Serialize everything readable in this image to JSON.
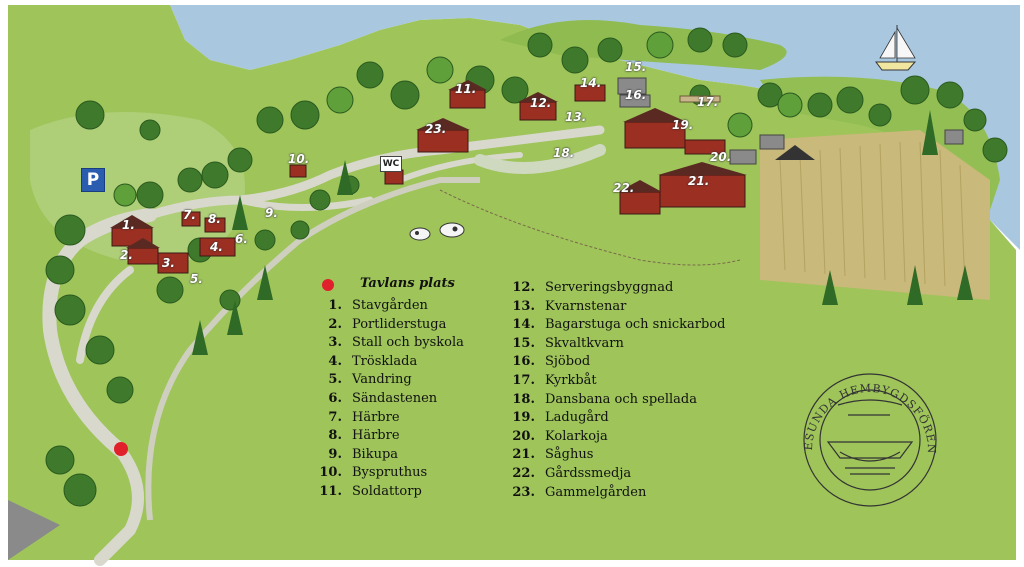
{
  "colors": {
    "grass": "#9ec45a",
    "grass_light": "#b8d878",
    "path": "#d9d9cf",
    "water": "#a9c8e0",
    "building": "#9b2f22",
    "roof": "#5a2a22",
    "marker": "#e0202a",
    "parking": "#2a5db0",
    "field": "#c9b97a"
  },
  "icons": {
    "parking": "P",
    "wc": "WC"
  },
  "marker_legend": {
    "label": "Tavlans plats"
  },
  "legend_left": [
    {
      "num": "1.",
      "name": "Stavgården"
    },
    {
      "num": "2.",
      "name": "Portliderstuga"
    },
    {
      "num": "3.",
      "name": "Stall och byskola"
    },
    {
      "num": "4.",
      "name": "Trösklada"
    },
    {
      "num": "5.",
      "name": "Vandring"
    },
    {
      "num": "6.",
      "name": "Sändastenen"
    },
    {
      "num": "7.",
      "name": "Härbre"
    },
    {
      "num": "8.",
      "name": "Härbre"
    },
    {
      "num": "9.",
      "name": "Bikupa"
    },
    {
      "num": "10.",
      "name": "Byspruthus"
    },
    {
      "num": "11.",
      "name": "Soldattorp"
    }
  ],
  "legend_right": [
    {
      "num": "12.",
      "name": "Serveringsbyggnad"
    },
    {
      "num": "13.",
      "name": "Kvarnstenar"
    },
    {
      "num": "14.",
      "name": "Bagarstuga och snickarbod"
    },
    {
      "num": "15.",
      "name": "Skvaltkvarn"
    },
    {
      "num": "16.",
      "name": "Sjöbod"
    },
    {
      "num": "17.",
      "name": "Kyrkbåt"
    },
    {
      "num": "18.",
      "name": "Dansbana och spellada"
    },
    {
      "num": "19.",
      "name": "Ladugård"
    },
    {
      "num": "20.",
      "name": "Kolarkoja"
    },
    {
      "num": "21.",
      "name": "Såghus"
    },
    {
      "num": "22.",
      "name": "Gårdssmedja"
    },
    {
      "num": "23.",
      "name": "Gammelgården"
    }
  ],
  "building_labels": [
    "1.",
    "2.",
    "3.",
    "4.",
    "5.",
    "6.",
    "7.",
    "8.",
    "9.",
    "10.",
    "11.",
    "12.",
    "13.",
    "14.",
    "15.",
    "16.",
    "17.",
    "18.",
    "19.",
    "20.",
    "21.",
    "22.",
    "23."
  ],
  "seal": {
    "text": "HEDESUNDA HEMBYGDSFÖRENING"
  }
}
